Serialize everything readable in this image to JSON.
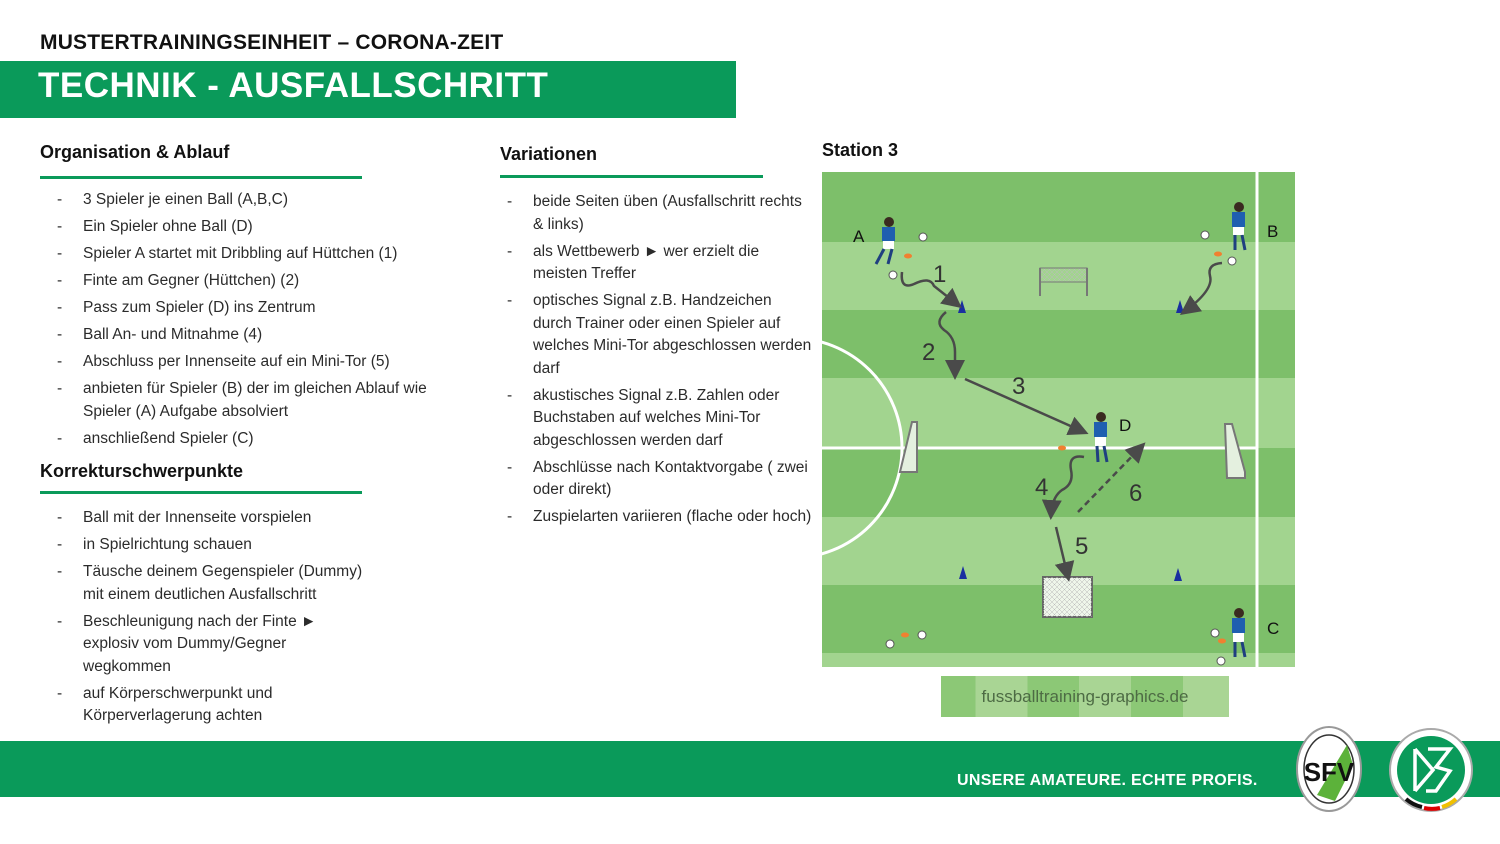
{
  "header": {
    "supertitle": "MUSTERTRAININGSEINHEIT – CORONA-ZEIT",
    "title": "TECHNIK - AUSFALLSCHRITT"
  },
  "organisation": {
    "heading": "Organisation & Ablauf",
    "items": [
      "3 Spieler je einen Ball (A,B,C)",
      "Ein Spieler ohne Ball (D)",
      "Spieler A startet mit Dribbling auf Hüttchen (1)",
      "Finte am Gegner (Hüttchen) (2)",
      "Pass zum Spieler (D) ins Zentrum",
      "Ball An- und Mitnahme (4)",
      "Abschluss per Innenseite auf ein Mini-Tor (5)",
      "anbieten für Spieler (B) der im gleichen Ablauf wie Spieler (A) Aufgabe absolviert",
      "anschließend Spieler (C)"
    ]
  },
  "korrektur": {
    "heading": "Korrekturschwerpunkte",
    "items": [
      "Ball mit der Innenseite vorspielen",
      "in Spielrichtung schauen",
      "Täusche deinem Gegenspieler (Dummy) mit einem deutlichen Ausfallschritt",
      "Beschleunigung nach der Finte ► explosiv vom Dummy/Gegner wegkommen",
      "auf Körperschwerpunkt und Körperverlagerung achten"
    ]
  },
  "variationen": {
    "heading": "Variationen",
    "items": [
      "beide Seiten üben (Ausfallschritt rechts & links)",
      "als Wettbewerb ► wer erzielt die meisten Treffer",
      "optisches Signal z.B. Handzeichen durch Trainer oder einen Spieler auf welches Mini-Tor abgeschlossen werden darf",
      "akustisches Signal z.B. Zahlen oder Buchstaben auf welches Mini-Tor abgeschlossen werden darf",
      "Abschlüsse nach Kontaktvorgabe ( zwei oder direkt)",
      "Zuspielarten variieren (flache oder hoch)"
    ]
  },
  "station": {
    "heading": "Station 3",
    "players": [
      "A",
      "B",
      "C",
      "D"
    ],
    "steps": [
      "1",
      "2",
      "3",
      "4",
      "5",
      "6"
    ],
    "credit": "fussballtraining-graphics.de"
  },
  "footer": {
    "slogan": "UNSERE AMATEURE. ECHTE PROFIS.",
    "logos": [
      "SFV",
      "DFB"
    ]
  },
  "colors": {
    "brand_green": "#0a9a5a",
    "pitch_dark": "#7dbf6a",
    "pitch_light": "#a2d48f",
    "player_blue": "#1f5fb0",
    "cone_blue": "#1a2fa0"
  }
}
